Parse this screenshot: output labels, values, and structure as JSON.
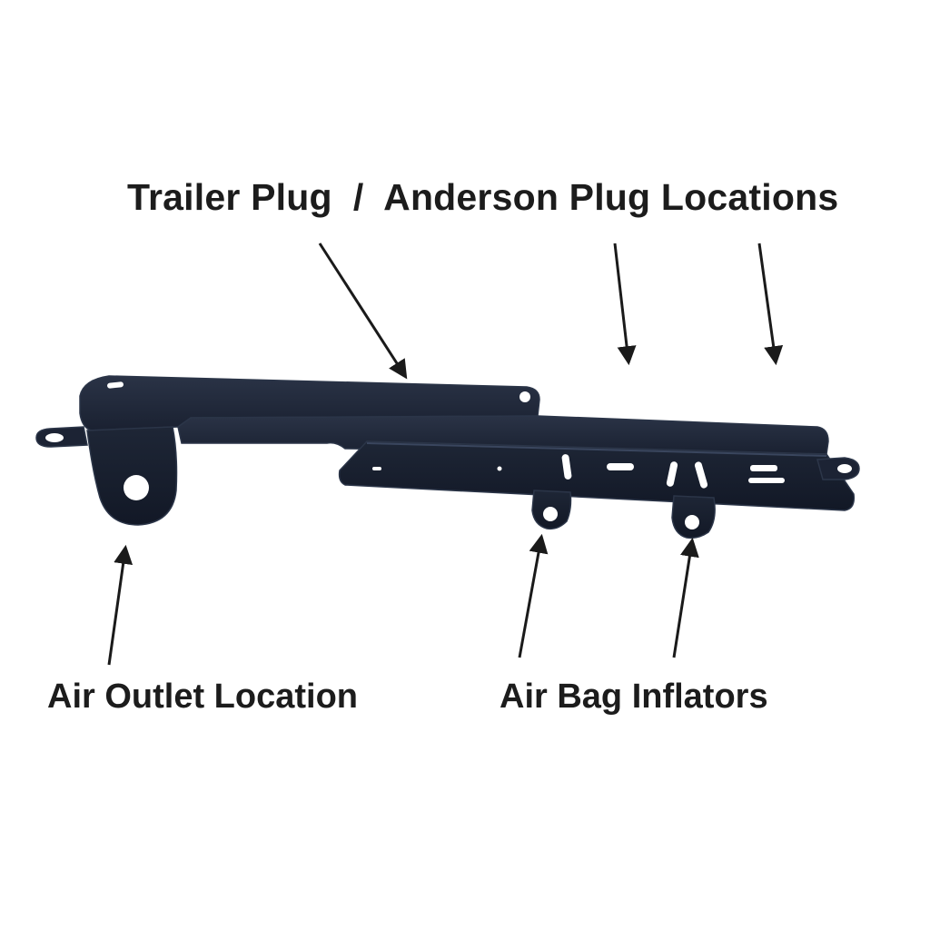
{
  "labels": {
    "trailer_anderson": "Trailer Plug  /  Anderson Plug Locations",
    "air_outlet": "Air Outlet Location",
    "air_bag": "Air Bag Inflators"
  },
  "colors": {
    "bracket": "#1a2233",
    "bracket_edge": "#2b3548",
    "bracket_shadow": "#111722",
    "arrow": "#1a1a1a",
    "text": "#1c1c1c",
    "background": "#ffffff"
  }
}
